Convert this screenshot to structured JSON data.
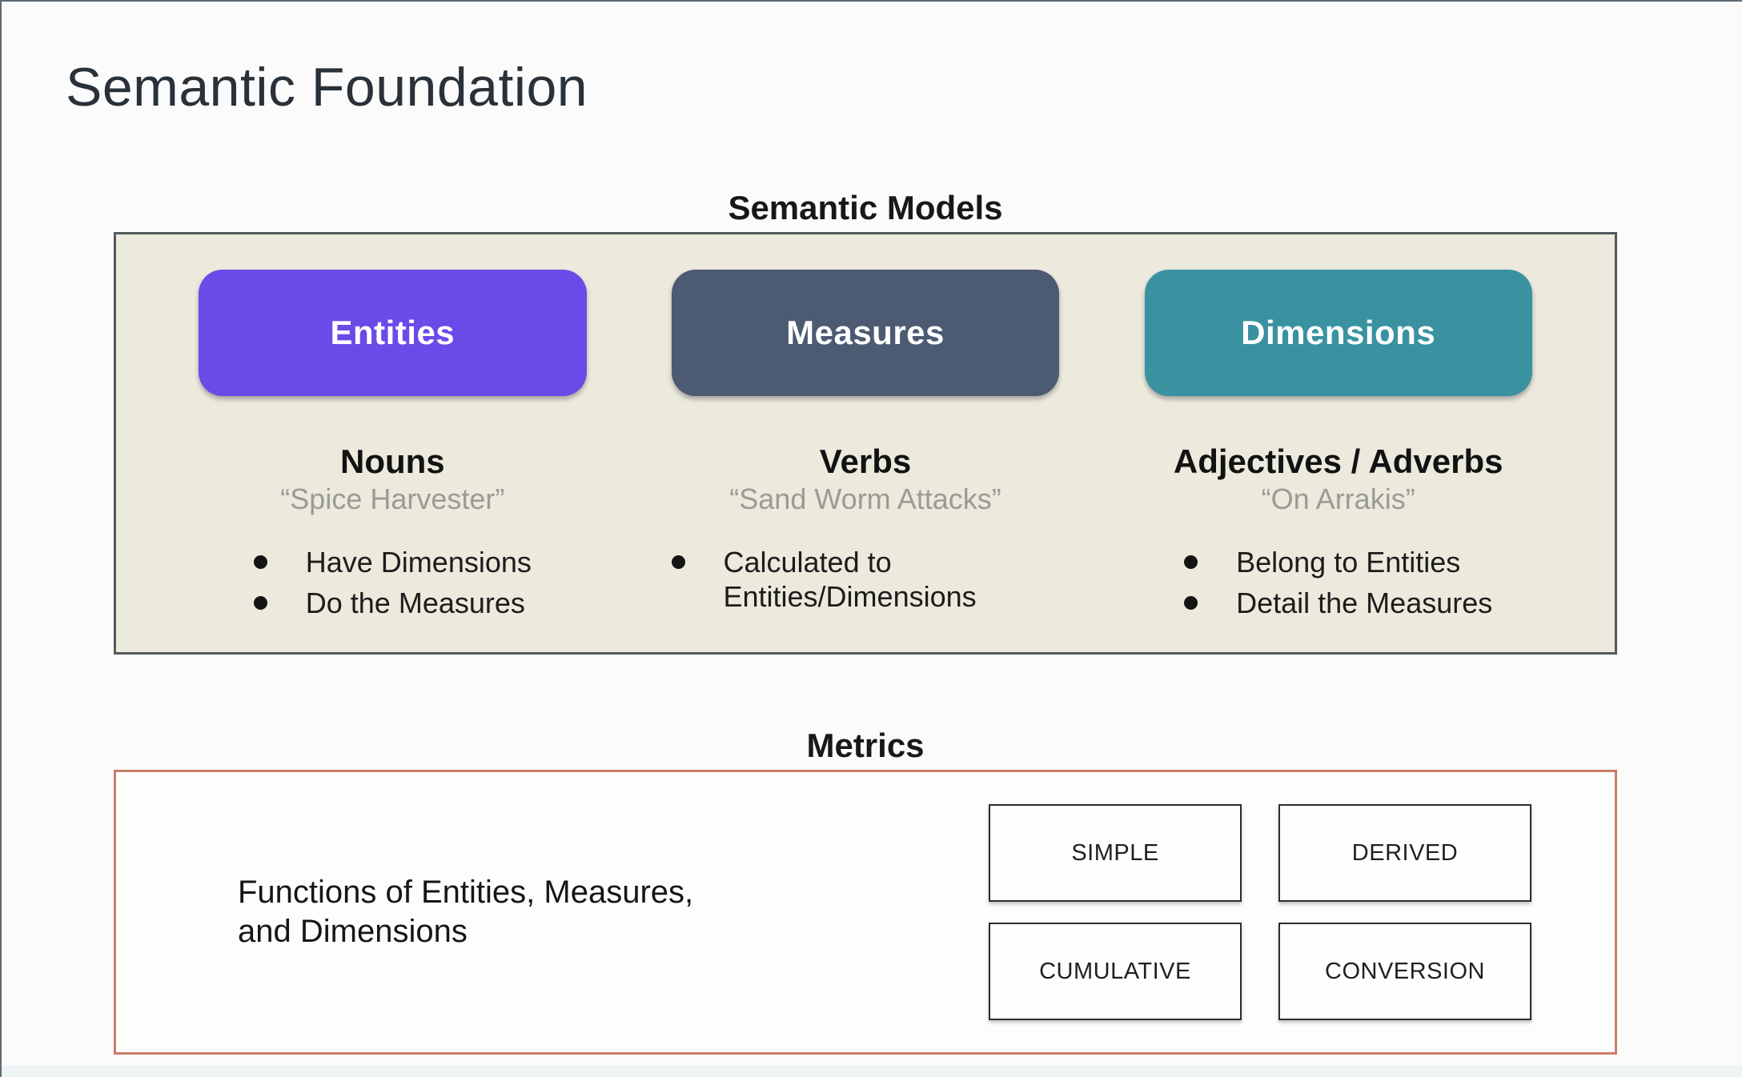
{
  "slide": {
    "title": "Semantic Foundation"
  },
  "semantic_models": {
    "heading": "Semantic Models",
    "panel_bg": "#ece9dd",
    "columns": [
      {
        "pill_label": "Entities",
        "pill_color": "#6a4be8",
        "part_of_speech": "Nouns",
        "example_quote": "“Spice Harvester”",
        "bullets": [
          "Have Dimensions",
          "Do the Measures"
        ]
      },
      {
        "pill_label": "Measures",
        "pill_color": "#4c5a72",
        "part_of_speech": "Verbs",
        "example_quote": "“Sand Worm Attacks”",
        "bullets": [
          "Calculated to Entities/Dimensions"
        ]
      },
      {
        "pill_label": "Dimensions",
        "pill_color": "#3a92a1",
        "part_of_speech": "Adjectives / Adverbs",
        "example_quote": "“On Arrakis”",
        "bullets": [
          "Belong to Entities",
          "Detail the Measures"
        ]
      }
    ]
  },
  "metrics": {
    "heading": "Metrics",
    "description_line1": "Functions of Entities, Measures,",
    "description_line2": "and Dimensions",
    "border_color": "#c97e69",
    "types": [
      "SIMPLE",
      "DERIVED",
      "CUMULATIVE",
      "CONVERSION"
    ]
  }
}
